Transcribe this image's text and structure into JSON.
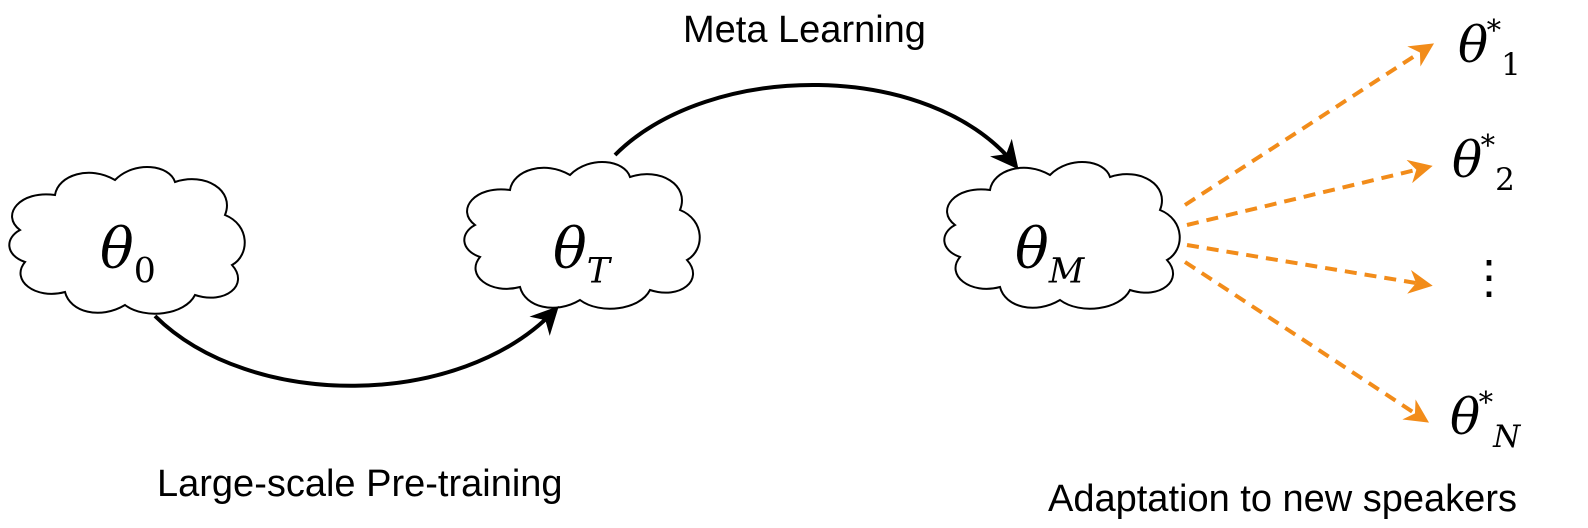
{
  "nodes": [
    {
      "id": "theta0",
      "symbol": "θ",
      "subscript": "0"
    },
    {
      "id": "thetaT",
      "symbol": "θ",
      "subscript": "T"
    },
    {
      "id": "thetaM",
      "symbol": "θ",
      "subscript": "M"
    }
  ],
  "outputs": [
    {
      "symbol": "θ",
      "superscript": "*",
      "subscript": "1"
    },
    {
      "symbol": "θ",
      "superscript": "*",
      "subscript": "2"
    },
    {
      "symbol": "θ",
      "superscript": "*",
      "subscript": "N"
    }
  ],
  "ellipsis": "⋮",
  "labels": {
    "meta_learning": "Meta Learning",
    "pretraining": "Large-scale Pre-training",
    "adaptation": "Adaptation to new speakers"
  },
  "colors": {
    "black_arrow": "#000000",
    "orange_arrow": "#f28c1a",
    "cloud_stroke": "#000000",
    "cloud_fill": "#ffffff"
  }
}
